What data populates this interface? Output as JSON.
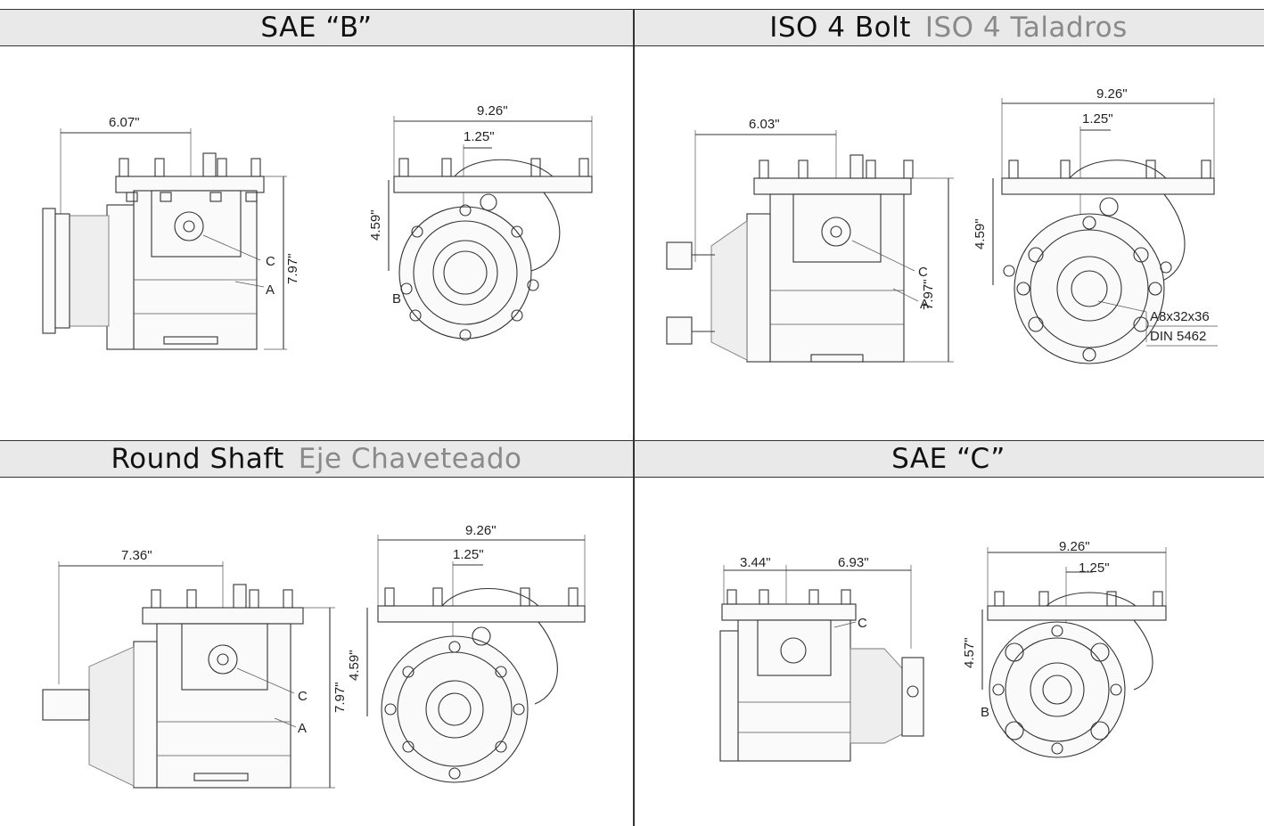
{
  "panels": {
    "top_left": {
      "title": "SAE “B”",
      "subtitle": "",
      "dims": {
        "side_width": "6.07\"",
        "side_height": "7.97\"",
        "front_width": "9.26\"",
        "front_offset": "1.25\"",
        "front_height": "4.59\""
      },
      "labels": {
        "c": "C",
        "a": "A",
        "b": "B"
      }
    },
    "top_right": {
      "title": "ISO 4 Bolt",
      "subtitle": "ISO 4 Taladros",
      "dims": {
        "side_width": "6.03\"",
        "side_height": "7.97\"",
        "front_width": "9.26\"",
        "front_offset": "1.25\"",
        "front_height": "4.59\""
      },
      "labels": {
        "c": "C",
        "a": "A",
        "spline": "A8x32x36",
        "din": "DIN 5462"
      }
    },
    "bottom_left": {
      "title": "Round Shaft",
      "subtitle": "Eje Chaveteado",
      "dims": {
        "side_width": "7.36\"",
        "side_height": "7.97\"",
        "front_width": "9.26\"",
        "front_offset": "1.25\"",
        "front_height": "4.59\""
      },
      "labels": {
        "c": "C",
        "a": "A"
      }
    },
    "bottom_right": {
      "title": "SAE “C”",
      "subtitle": "",
      "dims": {
        "side_width_a": "3.44\"",
        "side_width_b": "6.93\"",
        "front_width": "9.26\"",
        "front_offset": "1.25\"",
        "front_height": "4.57\""
      },
      "labels": {
        "c": "C",
        "b": "B"
      }
    }
  }
}
